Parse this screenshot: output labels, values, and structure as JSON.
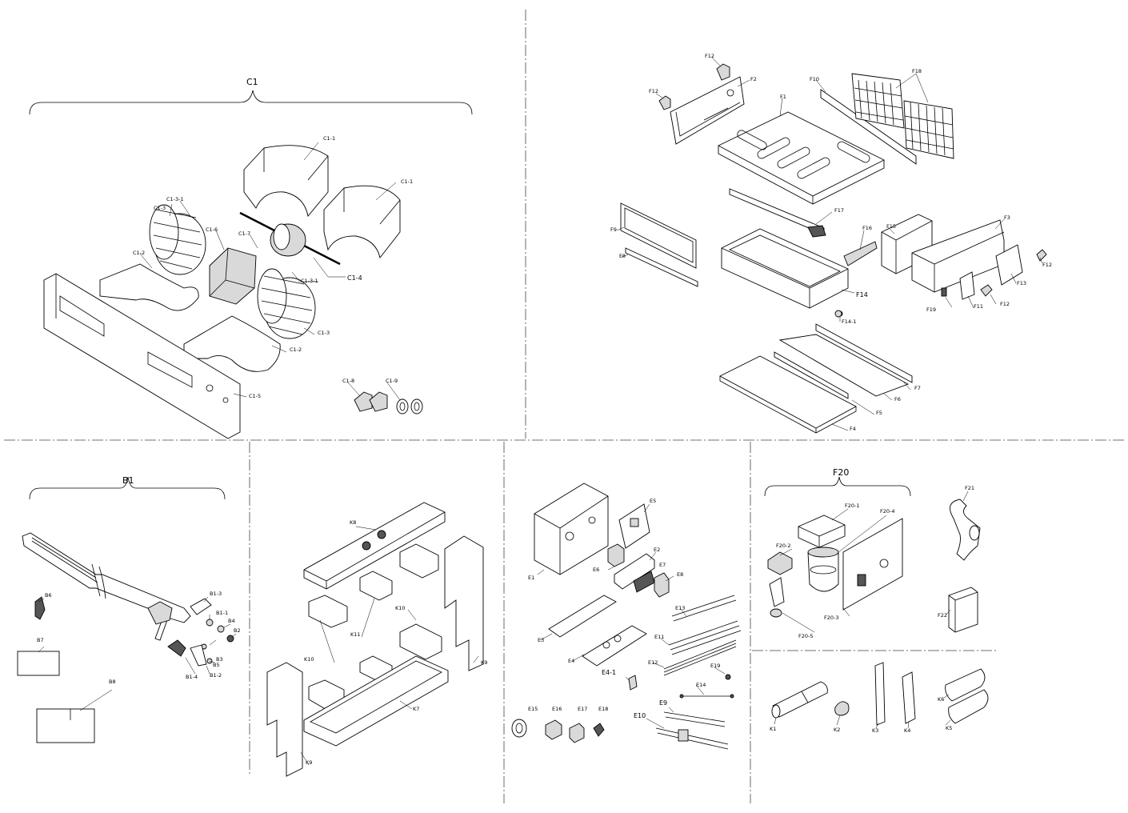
{
  "groups": {
    "c1": "C1",
    "b1": "B1",
    "f20": "F20"
  },
  "labels": {
    "c1_1a": "C1-1",
    "c1_1b": "C1-1",
    "c1_2a": "C1-2",
    "c1_2b": "C1-2",
    "c1_3a": "C1-3",
    "c1_3b": "C1-3",
    "c1_3_1a": "C1-3-1",
    "c1_3_1b": "C1-3-1",
    "c1_4": "C1-4",
    "c1_5": "C1-5",
    "c1_6": "C1-6",
    "c1_7": "C1-7",
    "c1_8": "C1-8",
    "c1_9": "C1-9",
    "f1": "F1",
    "f2": "F2",
    "f3": "F3",
    "f4": "F4",
    "f5": "F5",
    "f6": "F6",
    "f7": "F7",
    "f8": "F8",
    "f9": "F9",
    "f10": "F10",
    "f11": "F11",
    "f12a": "F12",
    "f12b": "F12",
    "f12c": "F12",
    "f12d": "F12",
    "f13": "F13",
    "f14": "F14",
    "f14_1": "F14-1",
    "f15": "F15",
    "f16": "F16",
    "f17": "F17",
    "f18": "F18",
    "f19": "F19",
    "b1_1": "B1-1",
    "b1_2": "B1-2",
    "b1_3": "B1-3",
    "b1_4": "B1-4",
    "b2": "B2",
    "b3": "B3",
    "b4": "B4",
    "b5": "B5",
    "b6": "B6",
    "b7": "B7",
    "b8": "B8",
    "k1": "K1",
    "k2": "K2",
    "k3": "K3",
    "k4": "K4",
    "k5": "K5",
    "k6": "K6",
    "k7": "K7",
    "k8": "K8",
    "k9a": "K9",
    "k9b": "K9",
    "k10a": "K10",
    "k10b": "K10",
    "k11": "K11",
    "e1": "E1",
    "e2": "E2",
    "e3": "E3",
    "e4": "E4",
    "e4_1": "E4-1",
    "e5": "E5",
    "e6": "E6",
    "e7": "E7",
    "e8": "E8",
    "e9": "E9",
    "e10": "E10",
    "e11": "E11",
    "e12": "E12",
    "e13": "E13",
    "e14": "E14",
    "e15": "E15",
    "e16": "E16",
    "e17": "E17",
    "e18": "E18",
    "e19": "E19",
    "f20_1": "F20-1",
    "f20_2": "F20-2",
    "f20_3": "F20-3",
    "f20_4": "F20-4",
    "f20_5": "F20-5",
    "f21": "F21",
    "f22": "F22"
  }
}
